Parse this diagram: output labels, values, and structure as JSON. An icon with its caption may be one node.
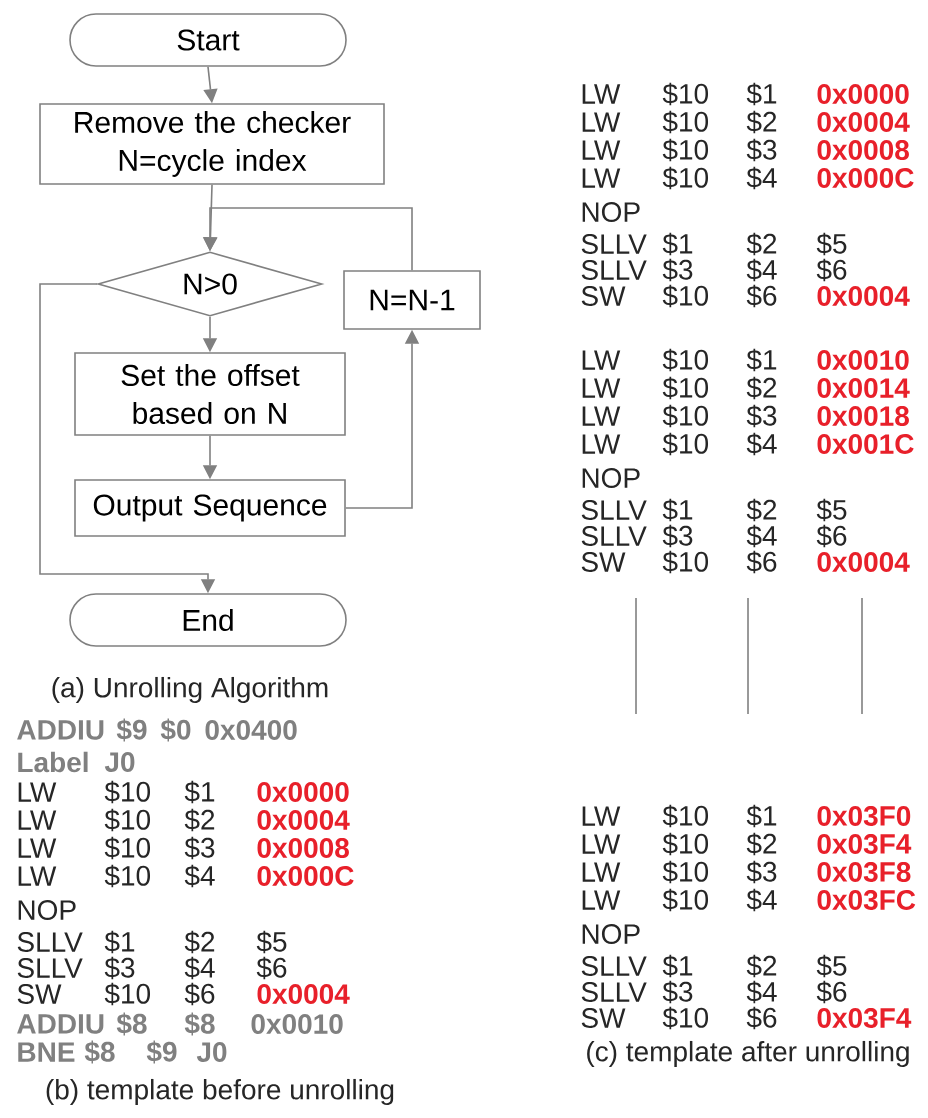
{
  "diagram": {
    "nodes": [
      {
        "text": [
          "Start"
        ]
      },
      {
        "text": [
          "Remove the checker N=cycle index"
        ]
      },
      {
        "text": [
          "N>0"
        ]
      },
      {
        "text": [
          "Set the offset based on N"
        ]
      },
      {
        "text": [
          "Output Sequence"
        ]
      },
      {
        "text": [
          "N=N-1"
        ]
      },
      {
        "text": [
          "End"
        ]
      }
    ],
    "edges": [
      {
        "from": 0,
        "to": 1,
        "arrow": "to"
      },
      {
        "from": 1,
        "to": 2,
        "arrow": "to"
      },
      {
        "from": 2,
        "to": 3,
        "arrow": "to"
      },
      {
        "from": 3,
        "to": 4,
        "arrow": "to"
      },
      {
        "from": 4,
        "to": 5,
        "arrow": "to"
      },
      {
        "from": 5,
        "to": 2,
        "arrow": "to"
      },
      {
        "from": 2,
        "to": 6,
        "arrow": "to"
      }
    ],
    "labels": [
      "(a) Unrolling Algorithm",
      "ADDIU",
      "$9",
      "$0",
      "0x0400",
      "Label",
      "J0",
      "LW",
      "$10",
      "$1",
      "0x0000",
      "LW",
      "$10",
      "$2",
      "0x0004",
      "LW",
      "$10",
      "$3",
      "0x0008",
      "LW",
      "$10",
      "$4",
      "0x000C",
      "NOP",
      "SLLV",
      "$1",
      "$2",
      "$5",
      "SLLV",
      "$3",
      "$4",
      "$6",
      "SW",
      "$10",
      "$6",
      "0x0004",
      "ADDIU",
      "$8",
      "$8",
      "0x0010",
      "BNE",
      "$8",
      "$9",
      "J0",
      "(b) template before unrolling",
      "LW",
      "$10",
      "$1",
      "0x0000",
      "LW",
      "$10",
      "$2",
      "0x0004",
      "LW",
      "$10",
      "$3",
      "0x0008",
      "LW",
      "$10",
      "$4",
      "0x000C",
      "NOP",
      "SLLV",
      "$1",
      "$2",
      "$5",
      "SLLV",
      "$3",
      "$4",
      "$6",
      "SW",
      "$10",
      "$6",
      "0x0004",
      "LW",
      "$10",
      "$1",
      "0x0010",
      "LW",
      "$10",
      "$2",
      "0x0014",
      "LW",
      "$10",
      "$3",
      "0x0018",
      "LW",
      "$10",
      "$4",
      "0x001C",
      "NOP",
      "SLLV",
      "$1",
      "$2",
      "$5",
      "SLLV",
      "$3",
      "$4",
      "$6",
      "SW",
      "$10",
      "$6",
      "0x0004",
      "LW",
      "$10",
      "$1",
      "0x03F0",
      "LW",
      "$10",
      "$2",
      "0x03F4",
      "LW",
      "$10",
      "$3",
      "0x03F8",
      "LW",
      "$10",
      "$4",
      "0x03FC",
      "NOP",
      "SLLV",
      "$1",
      "$2",
      "$5",
      "SLLV",
      "$3",
      "$4",
      "$6",
      "SW",
      "$10",
      "$6",
      "0x03F4",
      "(c) template after unrolling"
    ]
  }
}
